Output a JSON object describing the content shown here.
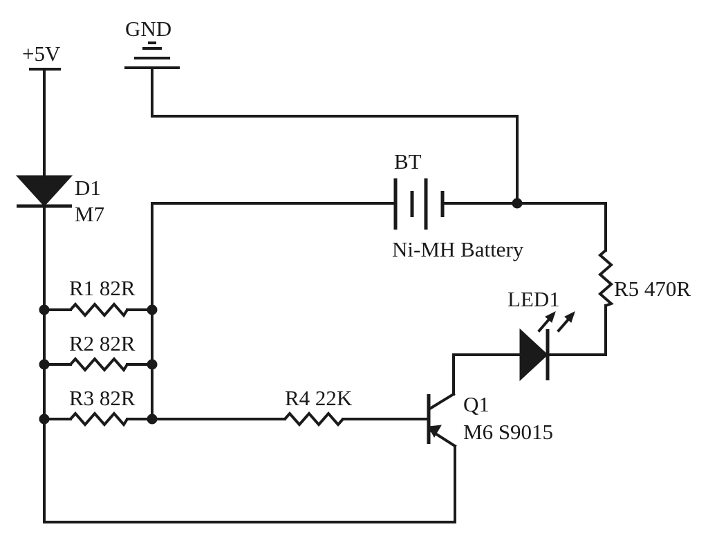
{
  "labels": {
    "supply": "+5V",
    "ground": "GND",
    "diode_ref": "D1",
    "diode_part": "M7",
    "battery_ref": "BT",
    "battery_type": "Ni-MH Battery",
    "r1": "R1 82R",
    "r2": "R2 82R",
    "r3": "R3 82R",
    "r4": "R4 22K",
    "r5": "R5 470R",
    "led": "LED1",
    "transistor_ref": "Q1",
    "transistor_part": "M6 S9015"
  }
}
